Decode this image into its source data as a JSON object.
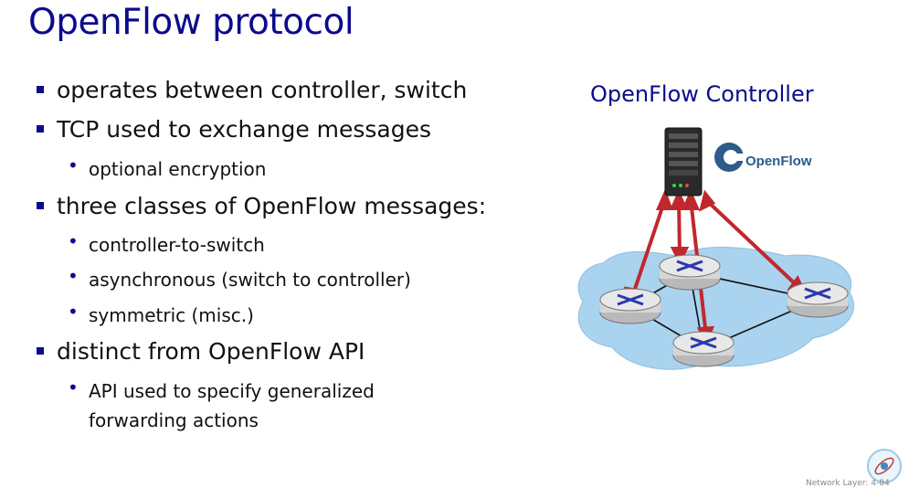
{
  "title": "OpenFlow protocol",
  "bullets": [
    {
      "level": 1,
      "text": "operates between controller, switch"
    },
    {
      "level": 1,
      "text": "TCP used to exchange messages"
    },
    {
      "level": 2,
      "text": "optional encryption"
    },
    {
      "level": 1,
      "text": "three classes of  OpenFlow messages:"
    },
    {
      "level": 2,
      "text": "controller-to-switch"
    },
    {
      "level": 2,
      "text": "asynchronous (switch to controller)"
    },
    {
      "level": 2,
      "text": "symmetric (misc.)"
    },
    {
      "level": 1,
      "text": "distinct from OpenFlow API"
    },
    {
      "level": 2,
      "text": "API used to specify  generalized"
    },
    {
      "level": 2,
      "text": "forwarding actions"
    }
  ],
  "diagram": {
    "controller_label": "OpenFlow Controller",
    "logo_text": "OpenFlow",
    "colors": {
      "arrow": "#c0282d",
      "cloud": "#a9d3ef",
      "router": "#d6d6d6",
      "router_mark": "#2b3aa8"
    }
  },
  "footer": "Network Layer: 4-84"
}
